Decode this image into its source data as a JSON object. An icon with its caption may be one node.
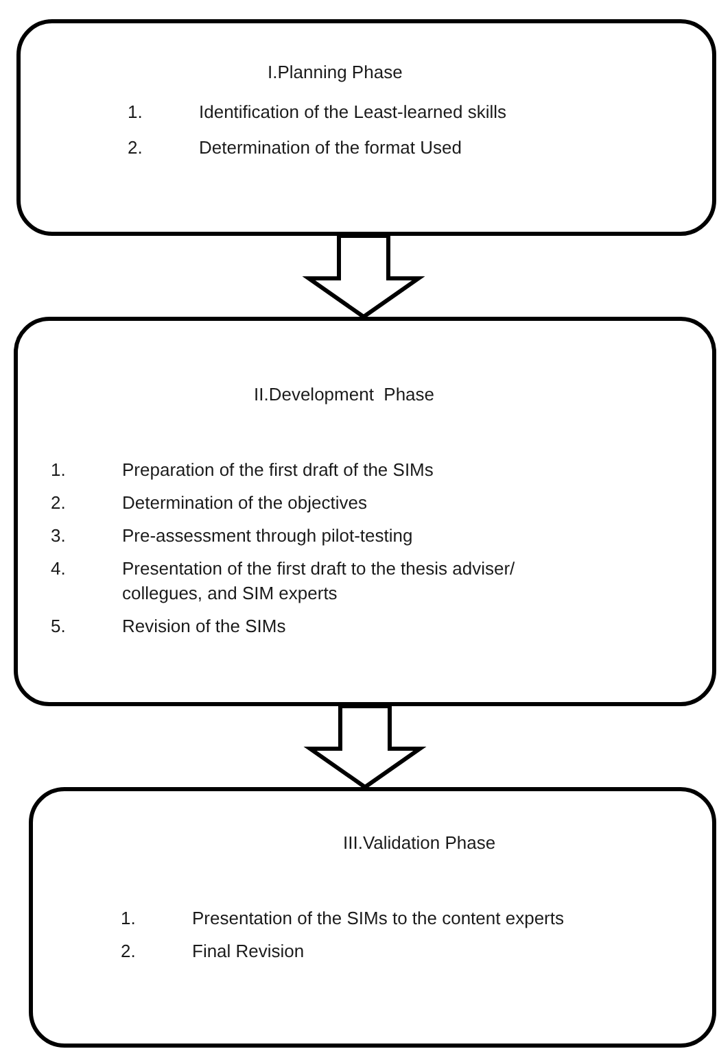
{
  "diagram": {
    "nodes": [
      {
        "text": [
          "I.Planning Phase",
          "1.",
          "Identification of the Least-learned skills",
          "2.",
          "Determination of the format Used"
        ]
      },
      {
        "text": [
          "II.Development  Phase",
          "1.",
          "Preparation of the first draft of the SIMs",
          "2.",
          "Determination of the objectives",
          "3.",
          "Pre-assessment through pilot-testing",
          "4.",
          "Presentation of the first draft to the thesis adviser/ collegues, and SIM experts",
          "5.",
          "Revision of the SIMs"
        ]
      },
      {
        "text": [
          "III.Validation Phase",
          "1.",
          "Presentation of the SIMs to the content experts",
          "2.",
          "Final Revision"
        ]
      }
    ],
    "edges": [
      {
        "from": 0,
        "to": 1,
        "arrow": "to"
      },
      {
        "from": 1,
        "to": 2,
        "arrow": "to"
      }
    ]
  }
}
